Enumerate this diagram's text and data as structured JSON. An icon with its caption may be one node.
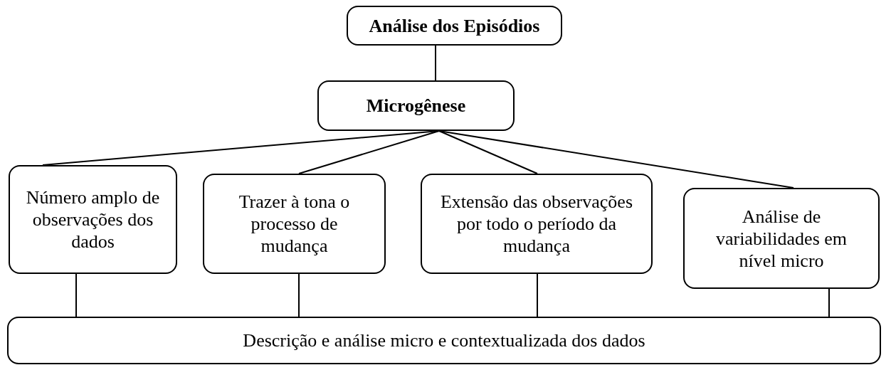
{
  "diagram": {
    "nodes": [
      {
        "text": [
          "Análise dos Episódios"
        ]
      },
      {
        "text": [
          "Microgênese"
        ]
      },
      {
        "text": [
          "Número amplo de observações dos dados"
        ]
      },
      {
        "text": [
          "Trazer à tona o processo de mudança"
        ]
      },
      {
        "text": [
          "Extensão das observações por todo o período da mudança"
        ]
      },
      {
        "text": [
          "Análise de variabilidades em nível micro"
        ]
      },
      {
        "text": [
          "Descrição e análise micro e contextualizada dos dados"
        ]
      }
    ],
    "edges": [
      {
        "from": 0,
        "to": 1,
        "arrow": "none"
      },
      {
        "from": 1,
        "to": 2,
        "arrow": "none"
      },
      {
        "from": 1,
        "to": 3,
        "arrow": "none"
      },
      {
        "from": 1,
        "to": 4,
        "arrow": "none"
      },
      {
        "from": 1,
        "to": 5,
        "arrow": "none"
      },
      {
        "from": 2,
        "to": 6,
        "arrow": "none"
      },
      {
        "from": 3,
        "to": 6,
        "arrow": "none"
      },
      {
        "from": 4,
        "to": 6,
        "arrow": "none"
      },
      {
        "from": 5,
        "to": 6,
        "arrow": "none"
      }
    ]
  }
}
